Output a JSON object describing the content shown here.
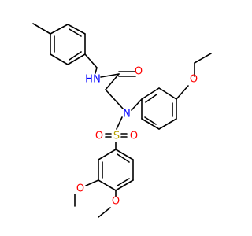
{
  "molecule": {
    "atoms": {
      "amide_n": "N",
      "amide_h": "H",
      "carbonyl_o": "O",
      "ethoxy_o": "O",
      "sulfonamide_n": "N",
      "sulfur": "S",
      "sulfonyl_o_left": "O",
      "sulfonyl_o_right": "O",
      "methoxy_o_left": "O",
      "methoxy_o_right": "O"
    },
    "colors": {
      "bond": "#000000",
      "carbon_text": "#000000",
      "nitrogen": "#0000ff",
      "oxygen": "#ff0000",
      "sulfur": "#b8a000"
    }
  }
}
